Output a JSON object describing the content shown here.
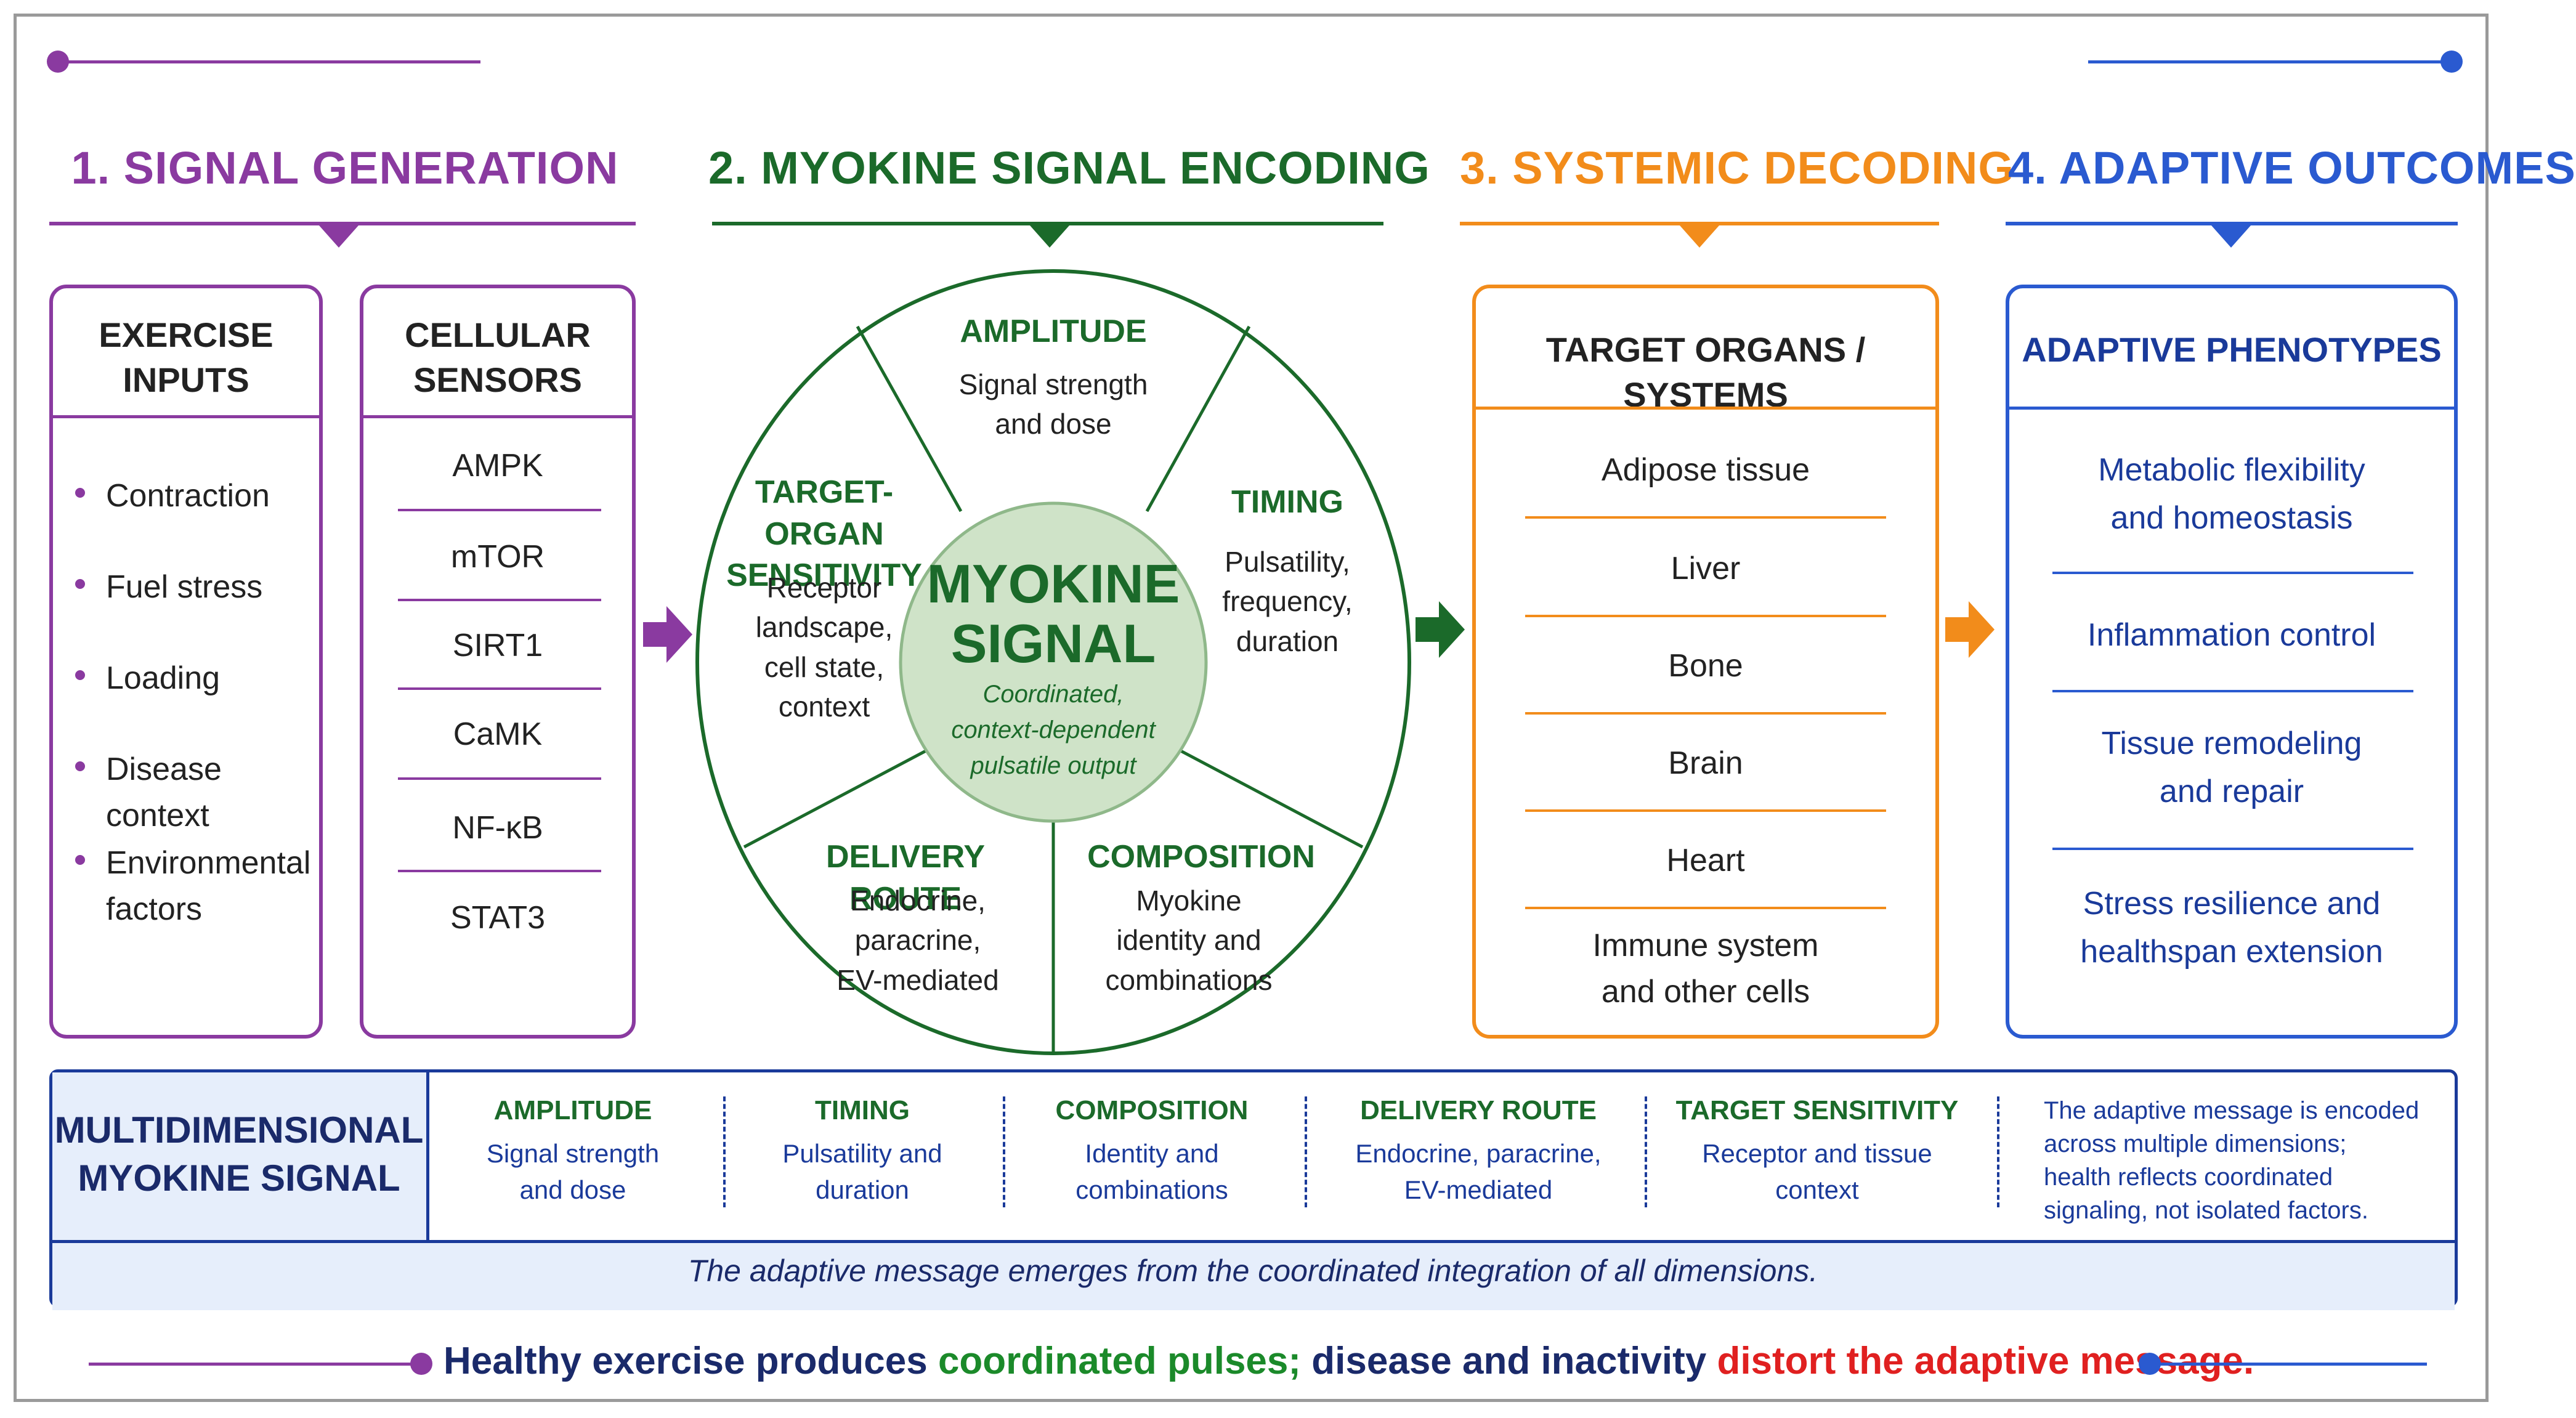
{
  "colors": {
    "purple": "#8a3aa0",
    "green": "#1b6a2a",
    "orange": "#f28c1b",
    "blue": "#2a5ad0",
    "navy": "#1a2a6a",
    "red": "#e02020",
    "light_green": "#cfe3c8",
    "light_blue": "#e6eefb"
  },
  "sections": {
    "s1": "1. SIGNAL GENERATION",
    "s2": "2. MYOKINE SIGNAL ENCODING",
    "s3": "3. SYSTEMIC DECODING",
    "s4": "4. ADAPTIVE OUTCOMES"
  },
  "exercise_inputs": {
    "title_l1": "EXERCISE",
    "title_l2": "INPUTS",
    "items": [
      "Contraction",
      "Fuel stress",
      "Loading",
      "Disease context",
      "Environmental",
      "factors"
    ]
  },
  "cellular_sensors": {
    "title_l1": "CELLULAR",
    "title_l2": "SENSORS",
    "items": [
      "AMPK",
      "mTOR",
      "SIRT1",
      "CaMK",
      "NF-κB",
      "STAT3"
    ]
  },
  "wheel": {
    "center_l1": "MYOKINE",
    "center_l2": "SIGNAL",
    "center_sub_l1": "Coordinated,",
    "center_sub_l2": "context-dependent",
    "center_sub_l3": "pulsatile output",
    "amplitude": {
      "title": "AMPLITUDE",
      "l1": "Signal strength",
      "l2": "and dose"
    },
    "timing": {
      "title": "TIMING",
      "l1": "Pulsatility,",
      "l2": "frequency,",
      "l3": "duration"
    },
    "composition": {
      "title": "COMPOSITION",
      "l1": "Myokine",
      "l2": "identity and",
      "l3": "combinations"
    },
    "delivery": {
      "title": "DELIVERY ROUTE",
      "l1": "Endocrine,",
      "l2": "paracrine,",
      "l3": "EV-mediated"
    },
    "target": {
      "title_l1": "TARGET-ORGAN",
      "title_l2": "SENSITIVITY",
      "l1": "Receptor",
      "l2": "landscape,",
      "l3": "cell state,",
      "l4": "context"
    }
  },
  "target_organs": {
    "title": "TARGET ORGANS / SYSTEMS",
    "items": [
      "Adipose tissue",
      "Liver",
      "Bone",
      "Brain",
      "Heart"
    ],
    "last_l1": "Immune system",
    "last_l2": "and other cells"
  },
  "adaptive_phenotypes": {
    "title": "ADAPTIVE PHENOTYPES",
    "i1_l1": "Metabolic flexibility",
    "i1_l2": "and homeostasis",
    "i2": "Inflammation control",
    "i3_l1": "Tissue remodeling",
    "i3_l2": "and repair",
    "i4_l1": "Stress resilience and",
    "i4_l2": "healthspan extension"
  },
  "multidim": {
    "title_l1": "MULTIDIMENSIONAL",
    "title_l2": "MYOKINE SIGNAL",
    "dims": [
      {
        "title": "AMPLITUDE",
        "l1": "Signal strength",
        "l2": "and dose"
      },
      {
        "title": "TIMING",
        "l1": "Pulsatility and",
        "l2": "duration"
      },
      {
        "title": "COMPOSITION",
        "l1": "Identity and",
        "l2": "combinations"
      },
      {
        "title": "DELIVERY ROUTE",
        "l1": "Endocrine, paracrine,",
        "l2": "EV-mediated"
      },
      {
        "title": "TARGET SENSITIVITY",
        "l1": "Receptor and tissue",
        "l2": "context"
      }
    ],
    "note_l1": "The adaptive message is encoded",
    "note_l2": "across multiple dimensions;",
    "note_l3": "health reflects coordinated",
    "note_l4": "signaling, not isolated factors.",
    "integration": "The adaptive message emerges from the coordinated integration of all dimensions."
  },
  "footer": {
    "part1": "Healthy exercise produces ",
    "part2": "coordinated pulses;",
    "part3": " disease and inactivity ",
    "part4": "distort the adaptive message."
  }
}
